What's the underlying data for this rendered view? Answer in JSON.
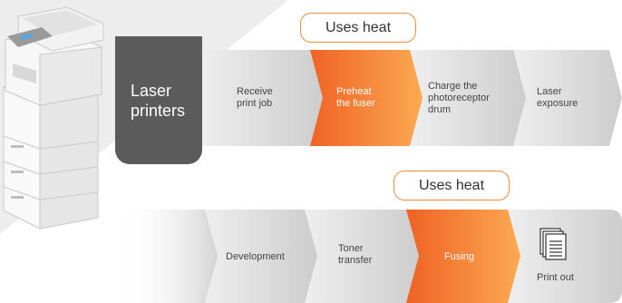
{
  "title_box": {
    "line1": "Laser",
    "line2": "printers"
  },
  "callouts": {
    "top": "Uses heat",
    "bottom": "Uses heat"
  },
  "row1": [
    {
      "line1": "Receive",
      "line2": "print job"
    },
    {
      "line1": "Preheat",
      "line2": "the fuser"
    },
    {
      "line1": "Charge the",
      "line2": "photoreceptor",
      "line3": "drum"
    },
    {
      "line1": "Laser",
      "line2": "exposure"
    }
  ],
  "row2": [
    {
      "line1": "Development"
    },
    {
      "line1": "Toner",
      "line2": "transfer"
    },
    {
      "line1": "Fusing"
    },
    {
      "line1": "Print out"
    }
  ],
  "colors": {
    "gray_light": "#e2e2e2",
    "gray_dark": "#c8c8c8",
    "orange_light": "#fba04a",
    "orange_dark": "#ef6a25",
    "title_box": "#5b5b5b",
    "callout_border": "#f08a3c",
    "diagonal_bg": "#e8e8e8"
  },
  "icons": {
    "document": "document-stack-icon",
    "printer": "laser-printer-icon"
  }
}
